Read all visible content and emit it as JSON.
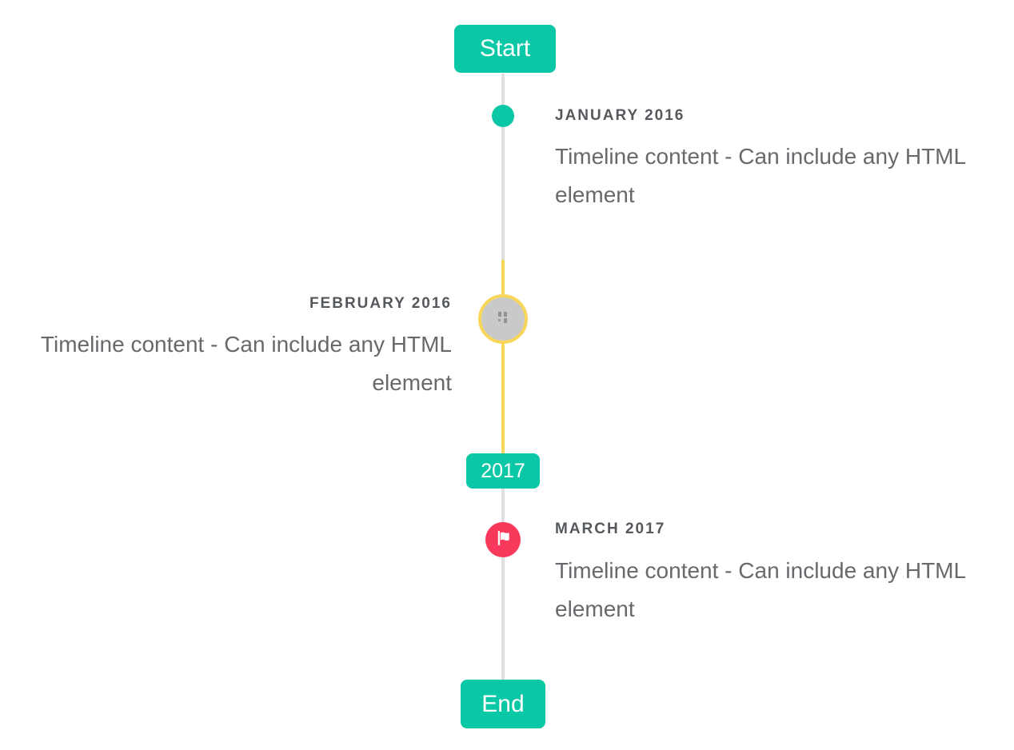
{
  "timeline": {
    "start_label": "Start",
    "year_label": "2017",
    "end_label": "End",
    "items": [
      {
        "title": "JANUARY 2016",
        "content": "Timeline content - Can include any HTML element",
        "side": "right",
        "marker": "teal-dot"
      },
      {
        "title": "FEBRUARY 2016",
        "content": "Timeline content - Can include any HTML element",
        "side": "left",
        "marker": "gray-avatar-broken-image"
      },
      {
        "title": "MARCH 2017",
        "content": "Timeline content - Can include any HTML element",
        "side": "right",
        "marker": "red-flag"
      }
    ],
    "colors": {
      "accent_teal": "#0ac8a5",
      "line_gray": "#e0e0e0",
      "highlight_yellow": "#f8d65a",
      "flag_red": "#f9395c",
      "avatar_gray": "#c9c9c9",
      "title_text": "#55585c",
      "body_text": "#67696c"
    }
  }
}
